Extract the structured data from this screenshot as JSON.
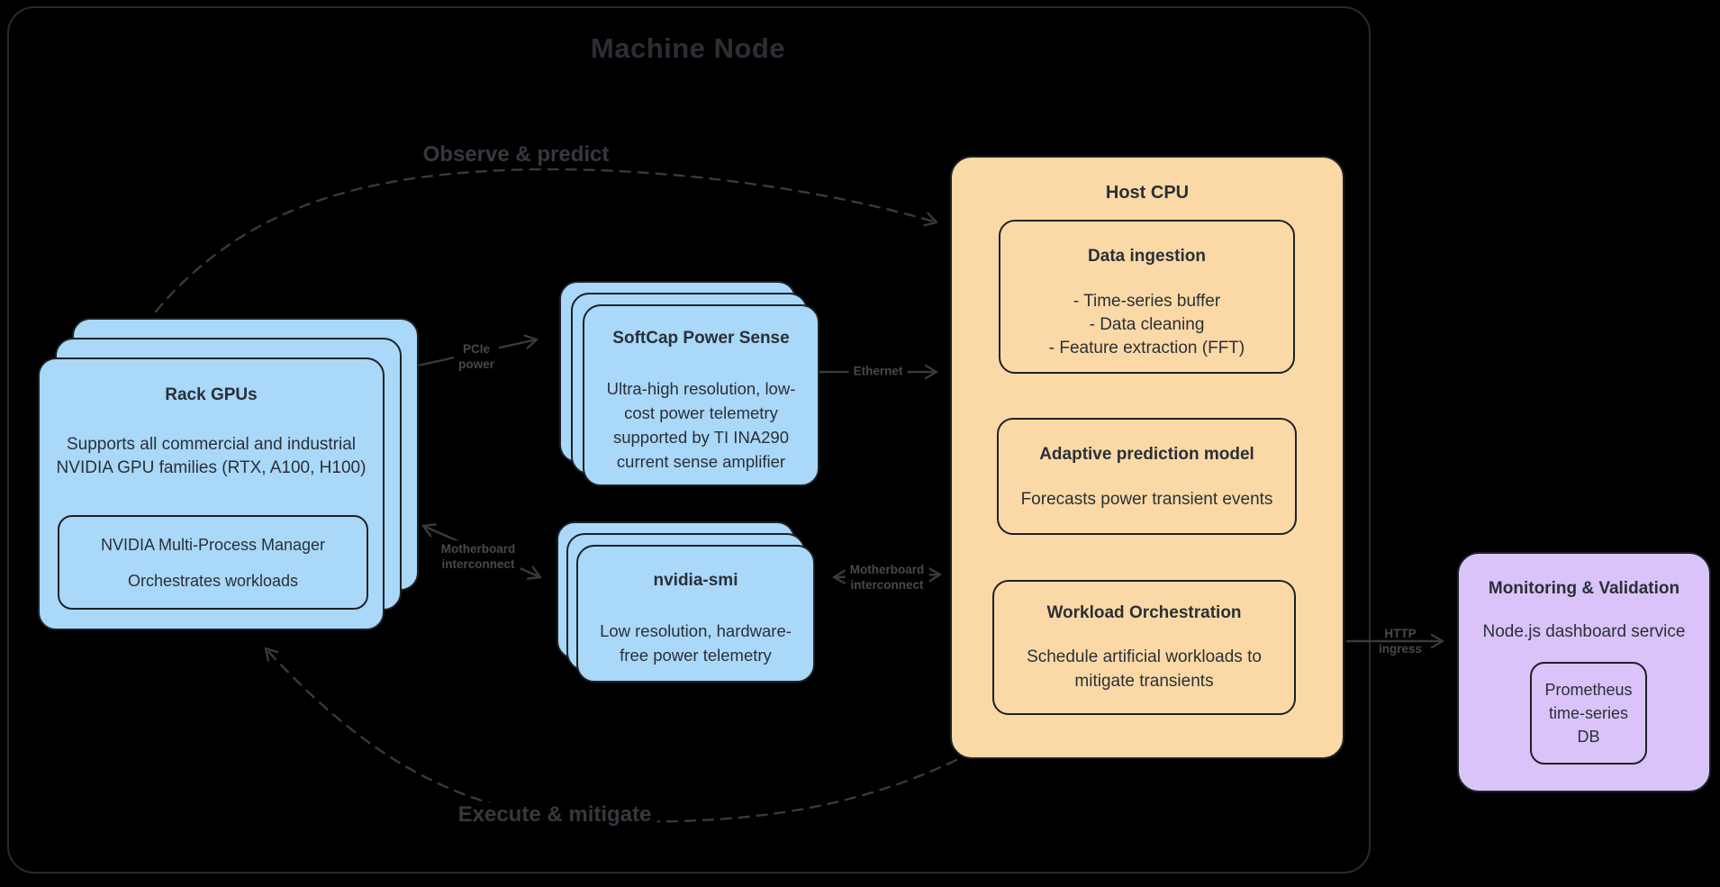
{
  "diagram_title": "Machine Node",
  "flow_labels": {
    "observe": "Observe & predict",
    "execute": "Execute & mitigate"
  },
  "edges": {
    "pcie": [
      "PCIe",
      "power"
    ],
    "ethernet": "Ethernet",
    "mobo_left": [
      "Motherboard",
      "interconnect"
    ],
    "mobo_right": [
      "Motherboard",
      "interconnect"
    ],
    "http": [
      "HTTP",
      "ingress"
    ]
  },
  "nodes": {
    "rack_gpus": {
      "title": "Rack GPUs",
      "body": [
        "Supports all commercial and industrial",
        "NVIDIA GPU families (RTX, A100, H100)"
      ],
      "child": {
        "title": "NVIDIA Multi-Process Manager",
        "body": "Orchestrates workloads"
      }
    },
    "softcap": {
      "title": "SoftCap Power Sense",
      "body": [
        "Ultra-high resolution, low-",
        "cost power telemetry",
        "supported by TI INA290",
        "current sense amplifier"
      ]
    },
    "nvidia_smi": {
      "title": "nvidia-smi",
      "body": [
        "Low resolution, hardware-",
        "free power telemetry"
      ]
    },
    "host_cpu": {
      "title": "Host CPU",
      "data_ingestion": {
        "title": "Data ingestion",
        "items": [
          "- Time-series buffer",
          "- Data cleaning",
          "- Feature extraction (FFT)"
        ]
      },
      "prediction": {
        "title": "Adaptive prediction model",
        "body": "Forecasts power transient events"
      },
      "orchestration": {
        "title": "Workload Orchestration",
        "body": [
          "Schedule artificial workloads to",
          "mitigate transients"
        ]
      }
    },
    "monitoring": {
      "title": "Monitoring & Validation",
      "subtitle": "Node.js dashboard service",
      "child": [
        "Prometheus",
        "time-series",
        "DB"
      ]
    }
  },
  "colors": {
    "canvas": "#000000",
    "panel_border": "#2a2a2a",
    "node_border": "#1d2127",
    "blue": "#a9d8f8",
    "orange": "#fbd9a6",
    "purple": "#d9c3f8",
    "text": "#2b2f38",
    "connector": "#3a3a3a",
    "label": "#46494e",
    "title": "#2a2f36",
    "flow_label": "#35393f"
  }
}
